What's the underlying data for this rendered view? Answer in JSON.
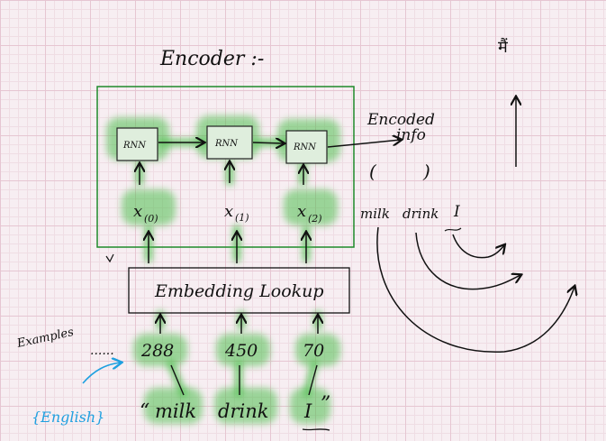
{
  "title": "Encoder :-",
  "rnn_cells": [
    "RNN",
    "RNN",
    "RNN"
  ],
  "inputs": [
    {
      "var": "x",
      "sub": "(0)"
    },
    {
      "var": "x",
      "sub": "(1)"
    },
    {
      "var": "x",
      "sub": "(2)"
    }
  ],
  "embedding_label": "Embedding Lookup",
  "output_label_line1": "Encoded",
  "output_label_line2": "info",
  "bracket_left": "(",
  "bracket_right": ")",
  "reversed_tokens": [
    "milk",
    "drink",
    "I"
  ],
  "token_ids": [
    "288",
    "450",
    "70"
  ],
  "examples_label": "Examples",
  "ellipsis": "......",
  "sentence_open_quote": "“",
  "sentence_words": [
    "milk",
    "drink",
    "I"
  ],
  "sentence_close_quote": "”",
  "language_label": "{English}",
  "corner_mark": "मैं",
  "colors": {
    "green": "#1f8a2a",
    "glow": "#4fbf4f",
    "ink": "#111111",
    "blue": "#1fa0e0"
  }
}
